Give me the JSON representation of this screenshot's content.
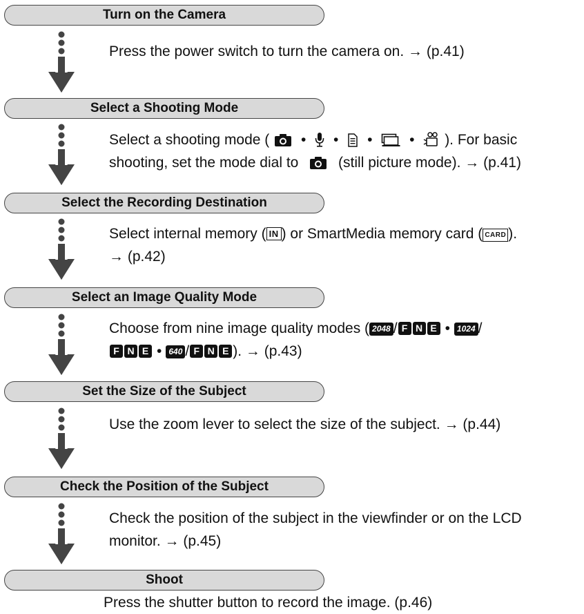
{
  "steps": [
    {
      "title": "Turn on the Camera",
      "lines": [
        "Press the power switch to turn the camera on. → (p.41)"
      ]
    },
    {
      "title": "Select a Shooting Mode",
      "line1_pre": "Select a shooting mode (",
      "line1_post": "). For basic",
      "line2_pre": "shooting, set the mode dial to",
      "line2_post": "(still picture mode). → (p.41)",
      "mode_icons": [
        "still-camera-icon",
        "microphone-icon",
        "document-icon",
        "sequence-icon",
        "movie-camera-icon"
      ]
    },
    {
      "title": "Select the Recording Destination",
      "line1_pre": "Select internal memory (",
      "internal_tag": "IN",
      "line1_mid": ") or SmartMedia memory card (",
      "card_tag": "CARD",
      "line1_post": ").",
      "line2": "→ (p.42)"
    },
    {
      "title": "Select an Image Quality Mode",
      "line1_pre": "Choose from nine image quality modes (",
      "res_2048": "2048",
      "res_1024": "1024",
      "res_640": "640",
      "quality_letters": [
        "F",
        "N",
        "E"
      ],
      "line2_post": "). → (p.43)"
    },
    {
      "title": "Set the Size of the Subject",
      "lines": [
        "Use the zoom lever to select the size of the subject. → (p.44)"
      ]
    },
    {
      "title": "Check the Position of the Subject",
      "lines": [
        "Check the position of the subject in the viewfinder or on the LCD",
        "monitor. → (p.45)"
      ]
    },
    {
      "title": "Shoot",
      "lines": [
        "Press the shutter button to record the image. (p.46)"
      ]
    }
  ],
  "colors": {
    "pill_fill": "#d9d9d9",
    "pill_border": "#444444",
    "text": "#111111",
    "connector": "#444444"
  }
}
